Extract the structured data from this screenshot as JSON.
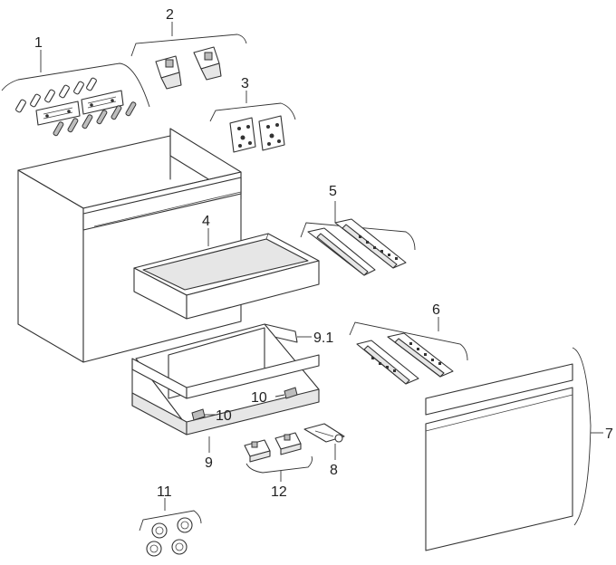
{
  "diagram": {
    "labels": {
      "p1": "1",
      "p2": "2",
      "p3": "3",
      "p4": "4",
      "p5": "5",
      "p6": "6",
      "p7": "7",
      "p8": "8",
      "p9": "9",
      "p91": "9.1",
      "p10a": "10",
      "p10b": "10",
      "p11": "11",
      "p12": "12"
    }
  }
}
